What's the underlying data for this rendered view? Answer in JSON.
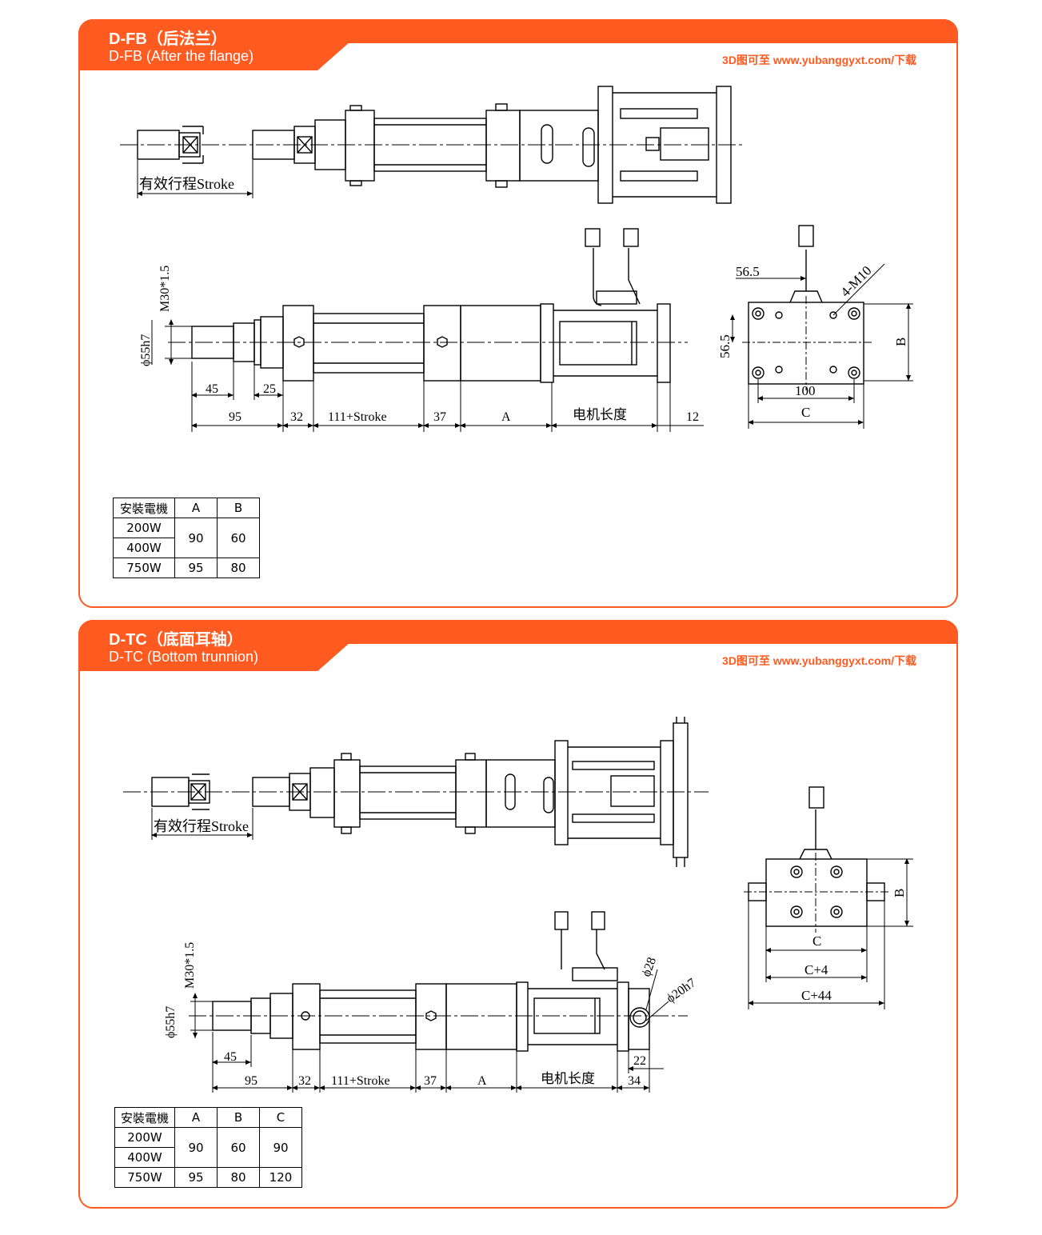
{
  "sections": [
    {
      "title": "D-FB（后法兰）",
      "subtitle": "D-FB (After the flange)",
      "link": "3D图可至 www.yubanggyxt.com/下载",
      "stroke_label": "有效行程Stroke",
      "labels": {
        "m30": "M30*1.5",
        "d55": "ϕ55h7",
        "d45": "45",
        "d25": "25",
        "d95": "95",
        "d32": "32",
        "d111": "111+Stroke",
        "d37": "37",
        "dA": "A",
        "dmotor": "电机长度",
        "d12": "12",
        "d565a": "56.5",
        "d565b": "56.5",
        "m10": "4-M10",
        "dB": "B",
        "d100": "100",
        "dC": "C"
      },
      "table": {
        "headers": [
          "安裝電機",
          "A",
          "B"
        ],
        "rows": [
          {
            "motor": "200W",
            "A": "90",
            "B": "60"
          },
          {
            "motor": "400W"
          },
          {
            "motor": "750W",
            "A": "95",
            "B": "80"
          }
        ]
      }
    },
    {
      "title": "D-TC（底面耳轴）",
      "subtitle": "D-TC (Bottom trunnion)",
      "link": "3D图可至 www.yubanggyxt.com/下载",
      "stroke_label": "有效行程Stroke",
      "labels": {
        "m30": "M30*1.5",
        "d55": "ϕ55h7",
        "d45": "45",
        "d95": "95",
        "d32": "32",
        "d111": "111+Stroke",
        "d37": "37",
        "dA": "A",
        "dmotor": "电机长度",
        "d22": "22",
        "d34": "34",
        "d28": "ϕ28",
        "d20": "ϕ20h7",
        "dB": "B",
        "dC": "C",
        "dC4": "C+4",
        "dC44": "C+44"
      },
      "table": {
        "headers": [
          "安裝電機",
          "A",
          "B",
          "C"
        ],
        "rows": [
          {
            "motor": "200W",
            "A": "90",
            "B": "60",
            "C": "90"
          },
          {
            "motor": "400W"
          },
          {
            "motor": "750W",
            "A": "95",
            "B": "80",
            "C": "120"
          }
        ]
      }
    }
  ],
  "colors": {
    "accent": "#ff5a1f"
  }
}
